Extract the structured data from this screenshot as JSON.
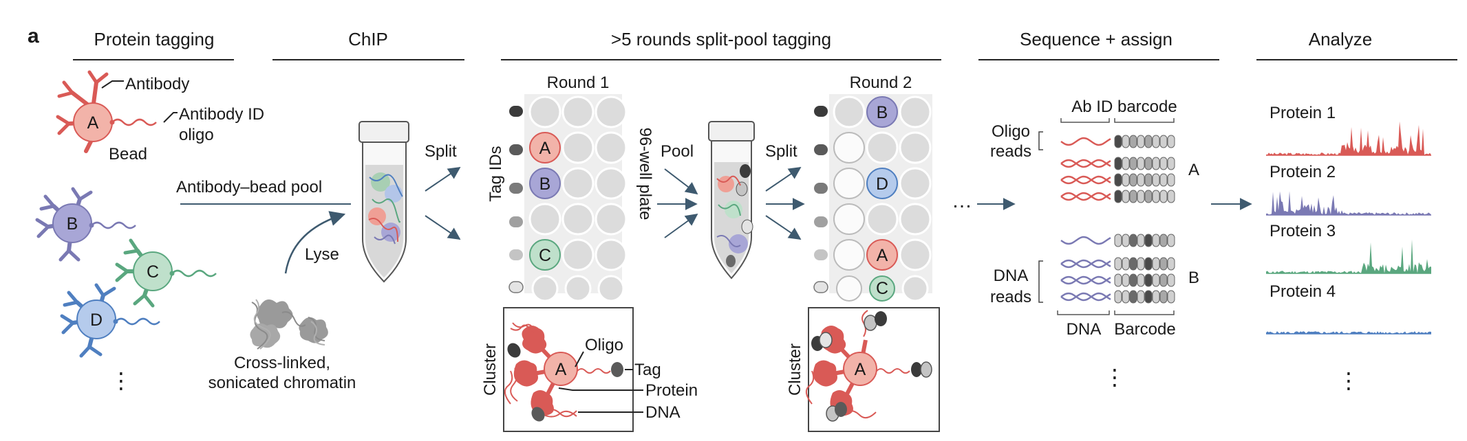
{
  "panel_label": "a",
  "colors": {
    "red": "#d95a56",
    "red_fill": "#f2b3a9",
    "red_bead": "#ef9f95",
    "purple": "#7a79b3",
    "purple_fill": "#a8a6d6",
    "green": "#5aa77f",
    "green_fill": "#bfe0cb",
    "blue": "#4f7fc0",
    "blue_fill": "#b5cbec",
    "arrow": "#3e5a6f",
    "tag_dark": "#3b3b3b",
    "tag_mid": "#8e8e8e",
    "tag_light": "#d4d4d4",
    "well": "#dcdcdc"
  },
  "sections": [
    {
      "title": "Protein tagging"
    },
    {
      "title": "ChIP"
    },
    {
      "title": ">5 rounds split-pool tagging"
    },
    {
      "title": "Sequence + assign"
    },
    {
      "title": "Analyze"
    }
  ],
  "tagging": {
    "antibody": "Antibody",
    "antibody_id": "Antibody ID",
    "oligo": "oligo",
    "bead": "Bead",
    "beads": [
      "A",
      "B",
      "C",
      "D"
    ],
    "more": "⋮"
  },
  "chip": {
    "pool": "Antibody–bead pool",
    "lyse": "Lyse",
    "chromatin_1": "Cross-linked,",
    "chromatin_2": "sonicated chromatin"
  },
  "split_pool": {
    "split": "Split",
    "pool": "Pool",
    "round1": "Round 1",
    "round2": "Round 2",
    "tag_ids": "Tag IDs",
    "plate": "96-well plate",
    "round1_wells": [
      "A",
      "B",
      "C"
    ],
    "round2_wells": [
      "B",
      "D",
      "A",
      "C"
    ],
    "cluster": "Cluster",
    "cluster_bead": "A",
    "oligo": "Oligo",
    "tag": "Tag",
    "protein": "Protein",
    "dna": "DNA",
    "ellipsis": "…"
  },
  "sequence": {
    "ab_id_barcode": "Ab ID barcode",
    "oligo_reads_1": "Oligo",
    "oligo_reads_2": "reads",
    "dna_reads_1": "DNA",
    "dna_reads_2": "reads",
    "group_a": "A",
    "group_b": "B",
    "dna": "DNA",
    "barcode": "Barcode",
    "more": "⋮"
  },
  "analyze": {
    "proteins": [
      "Protein 1",
      "Protein 2",
      "Protein 3",
      "Protein 4"
    ],
    "more": "⋮"
  }
}
